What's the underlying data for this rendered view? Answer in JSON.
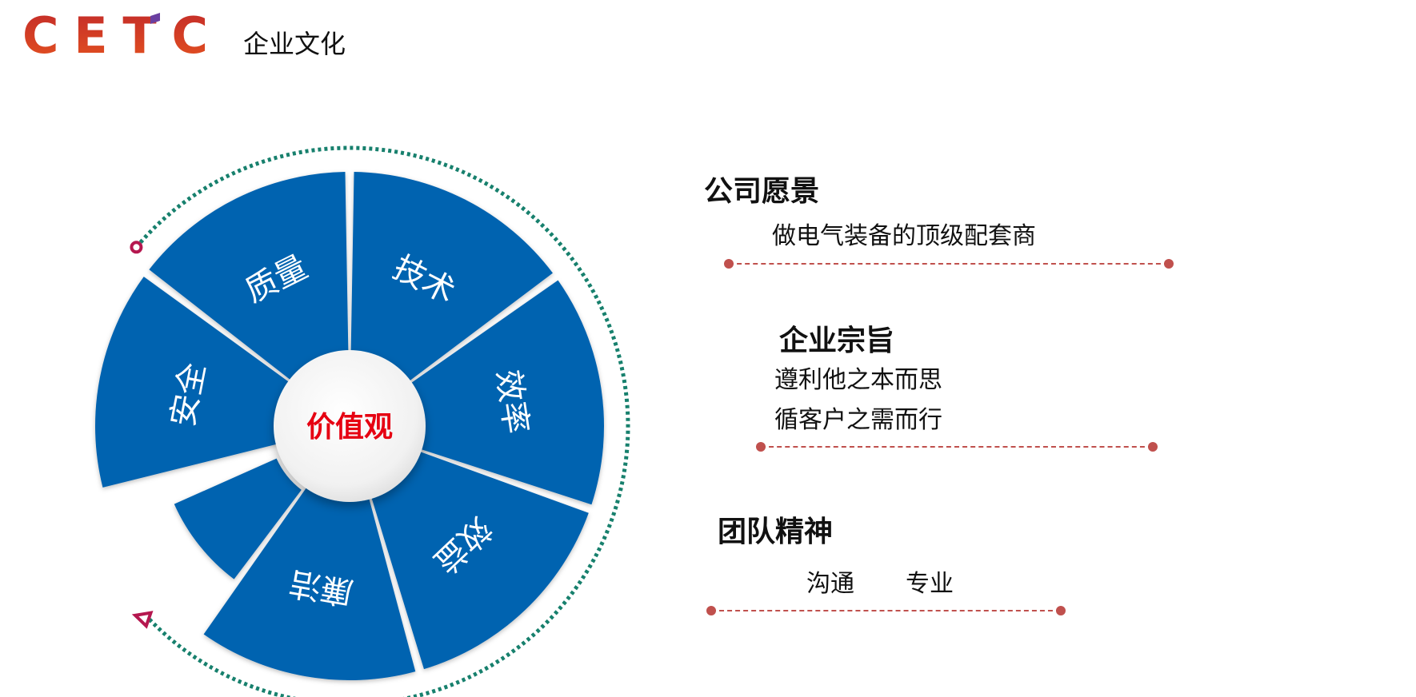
{
  "header": {
    "logo_text": "CETC",
    "title": "企业文化"
  },
  "wheel": {
    "center_label": "价值观",
    "segments": [
      "质量",
      "技术",
      "效率",
      "效益",
      "廉洁",
      "安全"
    ]
  },
  "sections": [
    {
      "heading": "公司愿景",
      "lines": [
        "做电气装备的顶级配套商"
      ]
    },
    {
      "heading": "企业宗旨",
      "lines": [
        "遵利他之本而思",
        "循客户之需而行"
      ]
    },
    {
      "heading": "团队精神",
      "lines": [
        "沟通",
        "专业"
      ]
    }
  ],
  "colors": {
    "segment": "#0563b0",
    "center_text": "#e60012",
    "arc": "#17806d",
    "marker": "#b5174f",
    "divider": "#c0504d"
  }
}
